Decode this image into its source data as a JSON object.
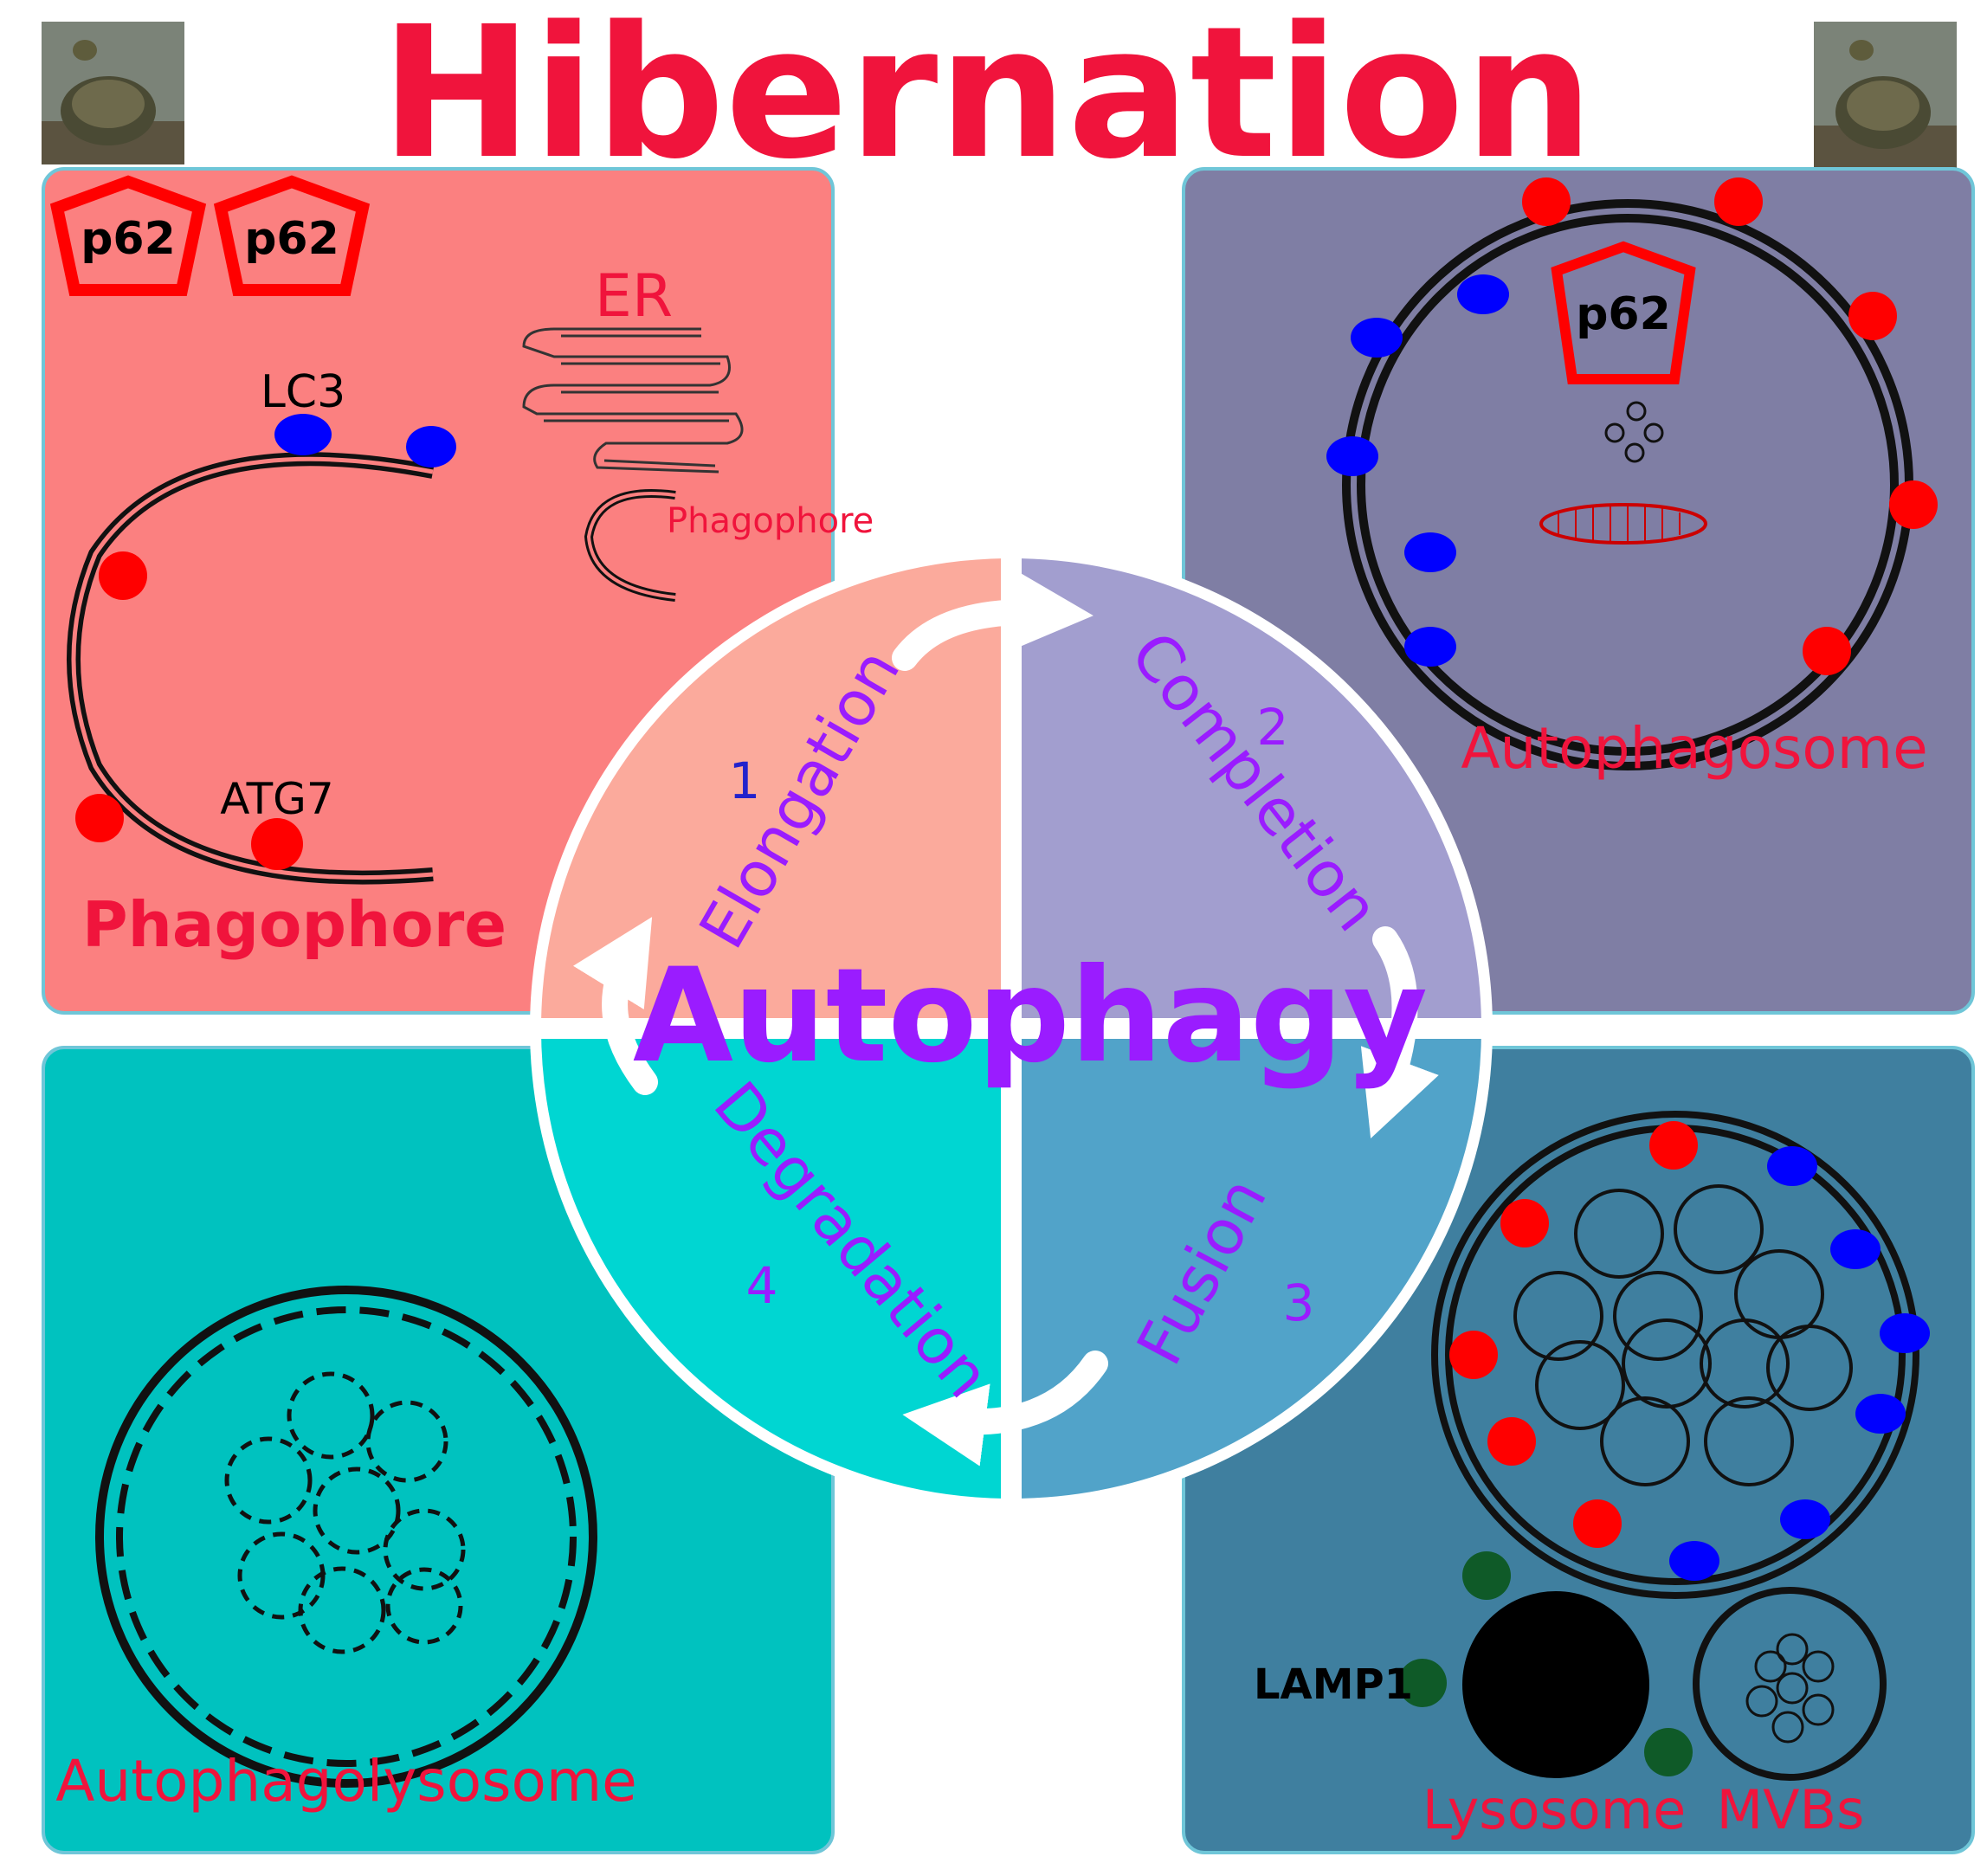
{
  "title": "Hibernation",
  "center_label": "Autophagy",
  "colors": {
    "title_red": "#f0143c",
    "panel_phagophore": "#fb8080",
    "panel_autophagosome": "#7f7ea4",
    "panel_autophagolysosome": "#00c2bf",
    "panel_lysosome": "#3f7f9f",
    "quad_elongation": "#fbaa9c",
    "quad_completion": "#a29ecf",
    "quad_fusion": "#51a3c9",
    "quad_degradation": "#00d6d2",
    "stage_text": "#9a1cff",
    "number_blue": "#2222cc",
    "number_purple": "#9a1cff",
    "red_marker": "#ff0000",
    "blue_marker": "#0000ff",
    "green_marker": "#0f5a28"
  },
  "panels": {
    "phagophore": {
      "label": "Phagophore",
      "p62_a": "p62",
      "p62_b": "p62",
      "er": "ER",
      "small_phagophore": "Phagophore",
      "lc3": "LC3",
      "atg7": "ATG7"
    },
    "autophagosome": {
      "label": "Autophagosome",
      "p62": "p62"
    },
    "autophagolysosome": {
      "label": "Autophagolysosome"
    },
    "lysosome": {
      "lysosome": "Lysosome",
      "mvbs": "MVBs",
      "lamp1": "LAMP1"
    }
  },
  "stages": [
    {
      "name": "Elongation",
      "number": "1"
    },
    {
      "name": "Completion",
      "number": "2"
    },
    {
      "name": "Fusion",
      "number": "3"
    },
    {
      "name": "Degradation",
      "number": "4"
    }
  ]
}
